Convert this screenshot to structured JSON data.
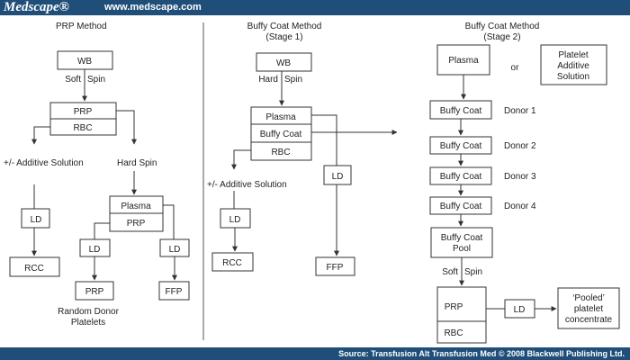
{
  "header": {
    "logo": "Medscape®",
    "url": "www.medscape.com"
  },
  "footer": {
    "source": "Source: Transfusion Alt Transfusion Med © 2008 Blackwell Publishing Ltd."
  },
  "colors": {
    "brand": "#1f4e79",
    "line": "#333333",
    "text": "#222222"
  },
  "diagram": {
    "prp_method": {
      "title": "PRP Method",
      "wb": "WB",
      "soft_spin": [
        "Soft",
        "Spin"
      ],
      "prp": "PRP",
      "rbc": "RBC",
      "additive": "+/- Additive  Solution",
      "hard_spin": "Hard Spin",
      "ld_left": "LD",
      "rcc": "RCC",
      "plasma": "Plasma",
      "prp2": "PRP",
      "ld_a": "LD",
      "ld_b": "LD",
      "prp_out": "PRP",
      "ffp": "FFP",
      "random_donor": [
        "Random Donor",
        "Platelets"
      ]
    },
    "buffy_stage1": {
      "title": [
        "Buffy Coat Method",
        "(Stage 1)"
      ],
      "wb": "WB",
      "hard_spin": [
        "Hard",
        "Spin"
      ],
      "plasma": "Plasma",
      "buffy": "Buffy Coat",
      "rbc": "RBC",
      "additive": "+/- Additive Solution",
      "ld_left": "LD",
      "rcc": "RCC",
      "ld_right": "LD",
      "ffp": "FFP"
    },
    "buffy_stage2": {
      "title": [
        "Buffy Coat Method",
        "(Stage 2)"
      ],
      "plasma": "Plasma",
      "or": "or",
      "platelet_additive": [
        "Platelet",
        "Additive",
        "Solution"
      ],
      "buffy_boxes": [
        "Buffy Coat",
        "Buffy Coat",
        "Buffy Coat",
        "Buffy Coat"
      ],
      "donors": [
        "Donor 1",
        "Donor 2",
        "Donor 3",
        "Donor 4"
      ],
      "pool": [
        "Buffy Coat",
        "Pool"
      ],
      "soft_spin": [
        "Soft",
        "Spin"
      ],
      "prp": "PRP",
      "rbc": "RBC",
      "ld": "LD",
      "pooled": [
        "‘Pooled’",
        "platelet",
        "concentrate"
      ]
    }
  }
}
